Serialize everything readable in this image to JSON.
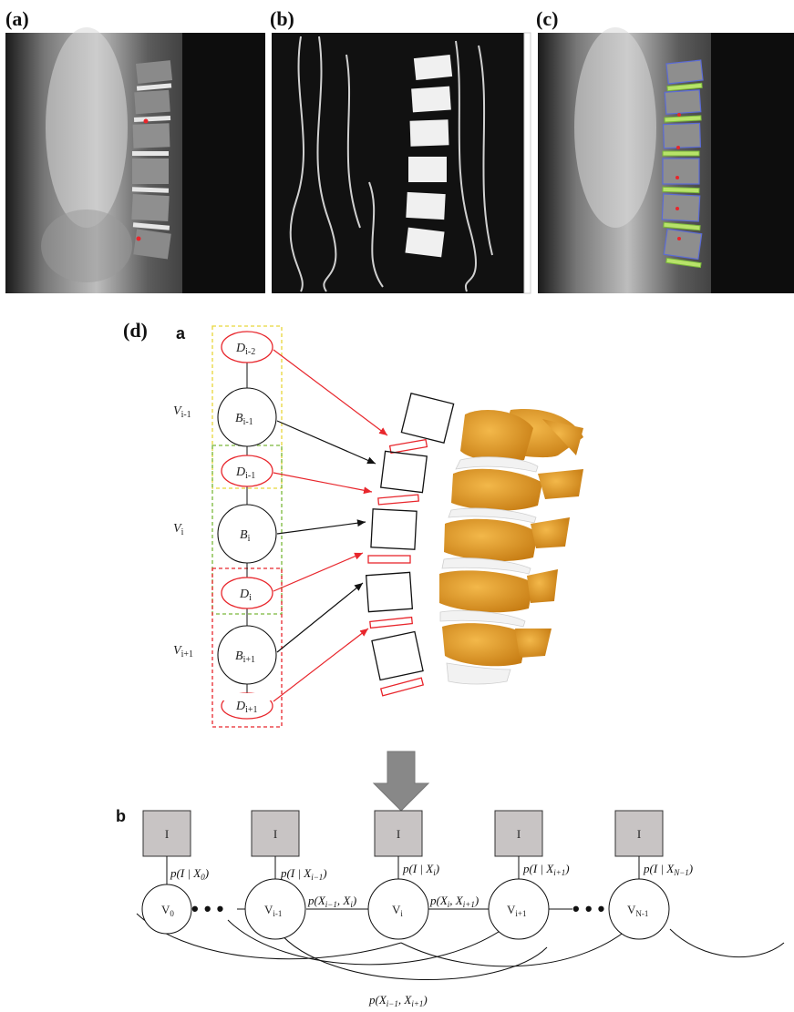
{
  "panels": {
    "a": {
      "label": "(a)"
    },
    "b": {
      "label": "(b)"
    },
    "c": {
      "label": "(c)"
    },
    "d": {
      "label": "(d)"
    }
  },
  "part_a": {
    "label": "a",
    "vertebra_labels": [
      {
        "main": "V",
        "sub": "i-1"
      },
      {
        "main": "V",
        "sub": "i"
      },
      {
        "main": "V",
        "sub": "i+1"
      }
    ],
    "disc_nodes": [
      {
        "main": "D",
        "sub": "i-2"
      },
      {
        "main": "D",
        "sub": "i-1"
      },
      {
        "main": "D",
        "sub": "i"
      },
      {
        "main": "D",
        "sub": "i+1"
      }
    ],
    "body_nodes": [
      {
        "main": "B",
        "sub": "i-1"
      },
      {
        "main": "B",
        "sub": "i"
      },
      {
        "main": "B",
        "sub": "i+1"
      }
    ]
  },
  "part_b": {
    "label": "b",
    "image_nodes": [
      "I",
      "I",
      "I",
      "I",
      "I"
    ],
    "vertebra_nodes": [
      {
        "main": "V",
        "sub": "0"
      },
      {
        "main": "V",
        "sub": "i-1"
      },
      {
        "main": "V",
        "sub": "i"
      },
      {
        "main": "V",
        "sub": "i+1"
      },
      {
        "main": "V",
        "sub": "N-1"
      }
    ],
    "likelihoods": [
      {
        "pre": "p(I | X",
        "sub": "0",
        "post": ")"
      },
      {
        "pre": "p(I | X",
        "sub": "i−1",
        "post": ")"
      },
      {
        "pre": "p(I | X",
        "sub": "i",
        "post": ")"
      },
      {
        "pre": "p(I | X",
        "sub": "i+1",
        "post": ")"
      },
      {
        "pre": "p(I | X",
        "sub": "N−1",
        "post": ")"
      }
    ],
    "pairwise": [
      {
        "pre": "p(X",
        "s1": "i−1",
        "mid": ", X",
        "s2": "i",
        "post": ")"
      },
      {
        "pre": "p(X",
        "s1": "i",
        "mid": ", X",
        "s2": "i+1",
        "post": ")"
      }
    ],
    "skip": {
      "pre": "p(X",
      "s1": "i−1",
      "mid": ", X",
      "s2": "i+1",
      "post": ")"
    },
    "ellipsis": "• • •"
  },
  "colors": {
    "disc_edge": "#e8262c",
    "arrow_black": "#111111",
    "box_yellow": "#e8d63a",
    "box_green": "#7ab83a",
    "box_red": "#e8262c",
    "image_node_fill": "#c8c4c4",
    "big_arrow": "#888888",
    "bone": "#e09a2c"
  }
}
